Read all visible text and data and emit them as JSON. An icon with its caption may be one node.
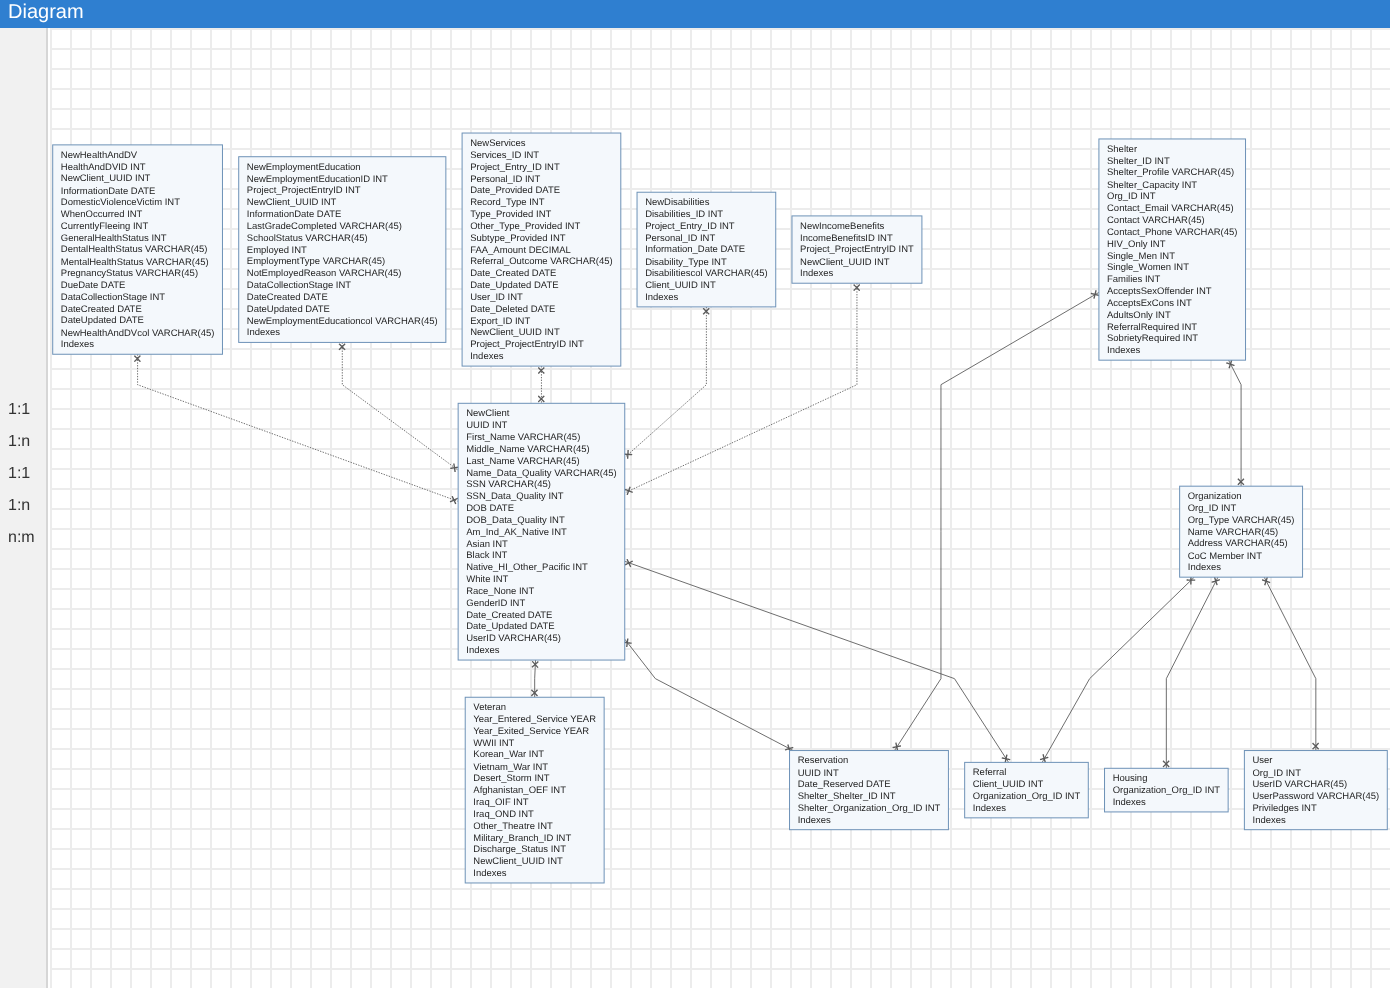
{
  "diagram": {
    "title": "Diagram",
    "nodes": [
      {
        "text": [
          "NewHealthAndDV",
          "HealthAndDVID INT",
          "NewClient_UUID INT",
          "InformationDate DATE",
          "DomesticViolenceVictim INT",
          "WhenOccurred INT",
          "CurrentlyFleeing INT",
          "GeneralHealthStatus INT",
          "DentalHealthStatus VARCHAR(45)",
          "MentalHealthStatus VARCHAR(45)",
          "PregnancyStatus VARCHAR(45)",
          "DueDate DATE",
          "DataCollectionStage INT",
          "DateCreated DATE",
          "DateUpdated DATE",
          "NewHealthAndDVcol VARCHAR(45)",
          "Indexes"
        ]
      },
      {
        "text": [
          "NewEmploymentEducation",
          "NewEmploymentEducationID INT",
          "Project_ProjectEntryID INT",
          "NewClient_UUID INT",
          "InformationDate DATE",
          "LastGradeCompleted VARCHAR(45)",
          "SchoolStatus VARCHAR(45)",
          "Employed INT",
          "EmploymentType VARCHAR(45)",
          "NotEmployedReason VARCHAR(45)",
          "DataCollectionStage INT",
          "DateCreated DATE",
          "DateUpdated DATE",
          "NewEmploymentEducationcol VARCHAR(45)",
          "Indexes"
        ]
      },
      {
        "text": [
          "NewServices",
          "Services_ID INT",
          "Project_Entry_ID INT",
          "Personal_ID INT",
          "Date_Provided DATE",
          "Record_Type INT",
          "Type_Provided INT",
          "Other_Type_Provided INT",
          "Subtype_Provided INT",
          "FAA_Amount DECIMAL",
          "Referral_Outcome VARCHAR(45)",
          "Date_Created DATE",
          "Date_Updated DATE",
          "User_ID INT",
          "Date_Deleted DATE",
          "Export_ID INT",
          "NewClient_UUID INT",
          "Project_ProjectEntryID INT",
          "Indexes"
        ]
      },
      {
        "text": [
          "NewDisabilities",
          "Disabilities_ID INT",
          "Project_Entry_ID INT",
          "Personal_ID INT",
          "Information_Date DATE",
          "Disability_Type INT",
          "Disabilitiescol VARCHAR(45)",
          "Client_UUID INT",
          "Indexes"
        ]
      },
      {
        "text": [
          "NewIncomeBenefits",
          "IncomeBenefitsID INT",
          "Project_ProjectEntryID INT",
          "NewClient_UUID INT",
          "Indexes"
        ]
      },
      {
        "text": [
          "NewClient",
          "UUID INT",
          "First_Name VARCHAR(45)",
          "Middle_Name VARCHAR(45)",
          "Last_Name VARCHAR(45)",
          "Name_Data_Quality VARCHAR(45)",
          "SSN VARCHAR(45)",
          "SSN_Data_Quality INT",
          "DOB DATE",
          "DOB_Data_Quality INT",
          "Am_Ind_AK_Native INT",
          "Asian INT",
          "Black INT",
          "Native_HI_Other_Pacific INT",
          "White INT",
          "Race_None INT",
          "GenderID INT",
          "Date_Created DATE",
          "Date_Updated DATE",
          "UserID VARCHAR(45)",
          "Indexes"
        ]
      },
      {
        "text": [
          "Veteran",
          "Year_Entered_Service YEAR",
          "Year_Exited_Service YEAR",
          "WWII INT",
          "Korean_War INT",
          "Vietnam_War INT",
          "Desert_Storm INT",
          "Afghanistan_OEF INT",
          "Iraq_OIF INT",
          "Iraq_OND INT",
          "Other_Theatre INT",
          "Military_Branch_ID INT",
          "Discharge_Status INT",
          "NewClient_UUID INT",
          "Indexes"
        ]
      },
      {
        "text": [
          "Reservation",
          "UUID INT",
          "Date_Reserved DATE",
          "Shelter_Shelter_ID INT",
          "Shelter_Organization_Org_ID INT",
          "Indexes"
        ]
      },
      {
        "text": [
          "Shelter",
          "Shelter_ID INT",
          "Shelter_Profile VARCHAR(45)",
          "Shelter_Capacity INT",
          "Org_ID INT",
          "Contact_Email VARCHAR(45)",
          "Contact VARCHAR(45)",
          "Contact_Phone VARCHAR(45)",
          "HIV_Only INT",
          "Single_Men INT",
          "Single_Women INT",
          "Families INT",
          "AcceptsSexOffender INT",
          "AcceptsExCons INT",
          "AdultsOnly INT",
          "ReferralRequired INT",
          "SobrietyRequired INT",
          "Indexes"
        ]
      },
      {
        "text": [
          "Referral",
          "Client_UUID INT",
          "Organization_Org_ID INT",
          "Indexes"
        ]
      },
      {
        "text": [
          "Organization",
          "Org_ID INT",
          "Org_Type VARCHAR(45)",
          "Name VARCHAR(45)",
          "Address VARCHAR(45)",
          "CoC Member INT",
          "Indexes"
        ]
      },
      {
        "text": [
          "Housing",
          "Organization_Org_ID INT",
          "Indexes"
        ]
      },
      {
        "text": [
          "User",
          "Org_ID INT",
          "UserID VARCHAR(45)",
          "UserPassword VARCHAR(45)",
          "Priviledges INT",
          "Indexes"
        ]
      }
    ],
    "edges": [
      {
        "from": 0,
        "to": 5,
        "arrow": "other",
        "style": "dashed"
      },
      {
        "from": 1,
        "to": 5,
        "arrow": "other",
        "style": "dashed"
      },
      {
        "from": 2,
        "to": 5,
        "arrow": "other",
        "style": "dashed"
      },
      {
        "from": 3,
        "to": 5,
        "arrow": "other",
        "style": "dashed"
      },
      {
        "from": 4,
        "to": 5,
        "arrow": "other",
        "style": "dashed"
      },
      {
        "from": 5,
        "to": 6,
        "arrow": "other"
      },
      {
        "from": 5,
        "to": 7,
        "arrow": "other"
      },
      {
        "from": 5,
        "to": 9,
        "arrow": "other"
      },
      {
        "from": 8,
        "to": 7,
        "arrow": "other"
      },
      {
        "from": 8,
        "to": 10,
        "arrow": "other"
      },
      {
        "from": 10,
        "to": 9,
        "arrow": "other"
      },
      {
        "from": 10,
        "to": 11,
        "arrow": "other"
      },
      {
        "from": 10,
        "to": 12,
        "arrow": "other"
      }
    ],
    "labels": [
      "1:1",
      "1:n",
      "1:1",
      "1:n",
      "n:m"
    ]
  }
}
